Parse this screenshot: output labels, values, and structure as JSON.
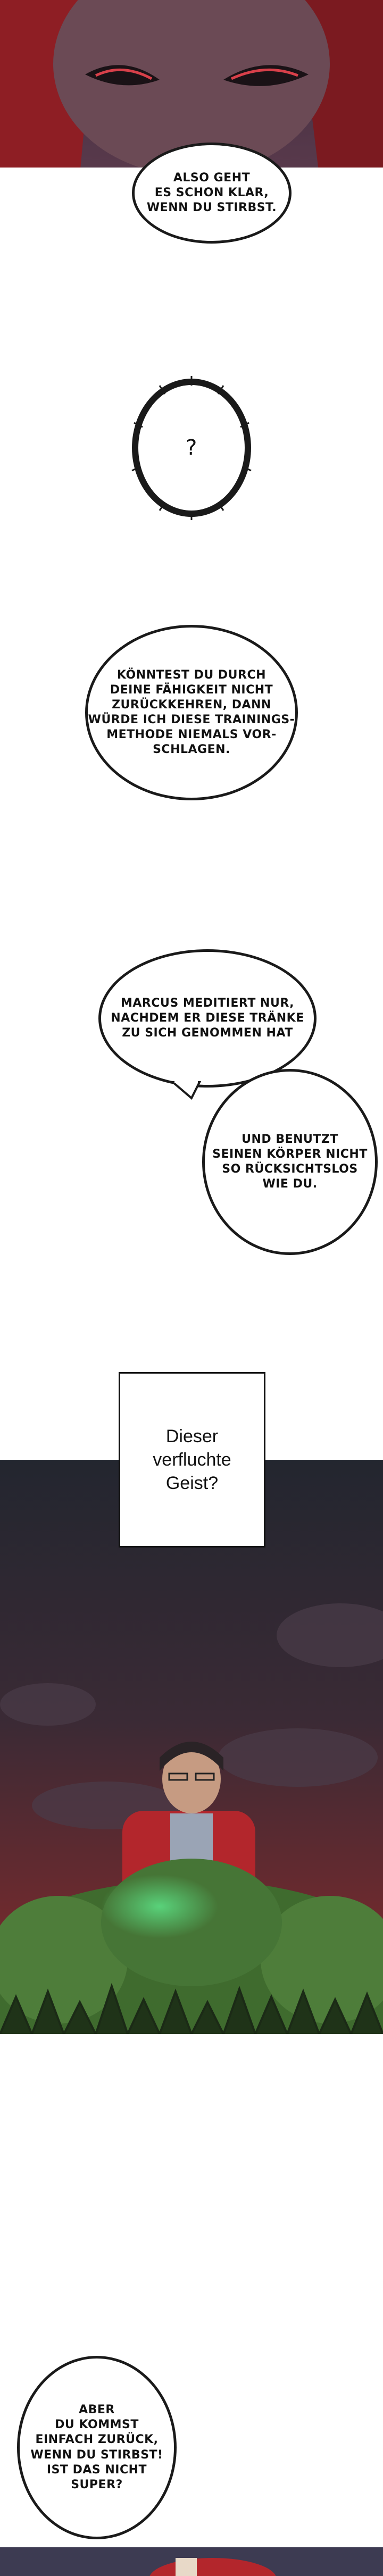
{
  "panels": {
    "top_art": {
      "description_icon": "character-closeup"
    },
    "bubbles": [
      {
        "id": "b1",
        "text": "ALSO GEHT\nES SCHON KLAR,\nWENN DU STIRBST."
      },
      {
        "id": "b2",
        "text": "?"
      },
      {
        "id": "b3",
        "text": "KÖNNTEST DU DURCH\nDEINE FÄHIGKEIT NICHT\nZURÜCKKEHREN, DANN\nWÜRDE ICH DIESE TRAININGS-\nMETHODE NIEMALS VOR-\nSCHLAGEN."
      },
      {
        "id": "b4",
        "text": "MARCUS MEDITIERT NUR,\nNACHDEM ER DIESE TRÄNKE\nZU SICH GENOMMEN HAT"
      },
      {
        "id": "b5",
        "text": "UND BENUTZT\nSEINEN KÖRPER NICHT\nSO RÜCKSICHTSLOS\nWIE DU."
      },
      {
        "id": "b6",
        "text": "ABER\nDU KOMMST\nEINFACH ZURÜCK,\nWENN DU STIRBST!\nIST DAS NICHT\nSUPER?"
      }
    ],
    "caption": {
      "text": "Dieser\nverfluchte\nGeist?"
    }
  },
  "colors": {
    "night_sky": "#2b2638",
    "red_glow": "#7a2a2a",
    "grass": "#3f6b2e",
    "jacket": "#b3262c"
  }
}
